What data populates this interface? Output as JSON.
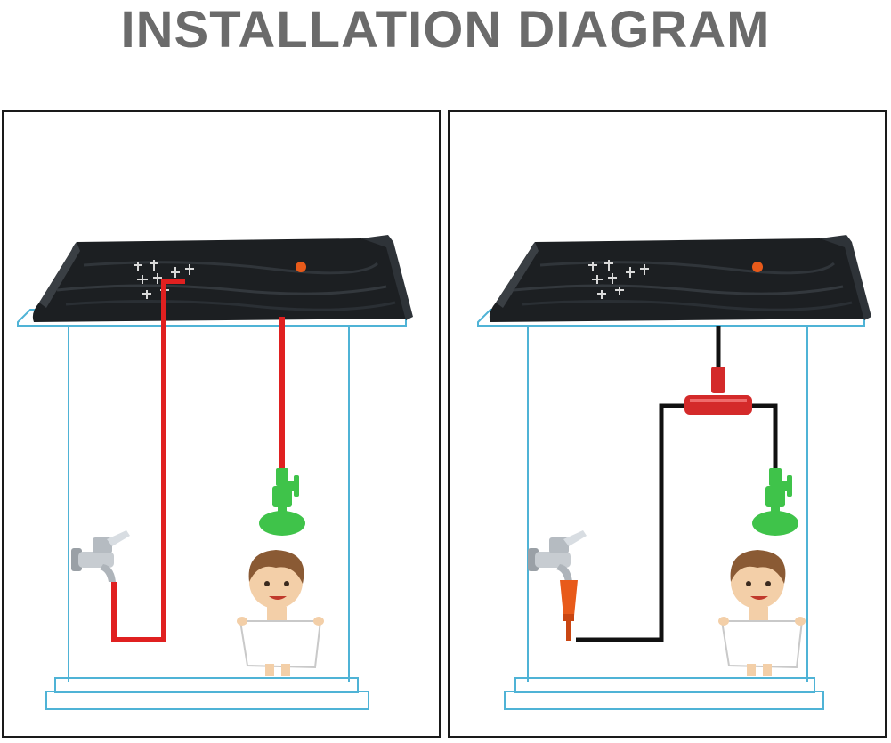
{
  "title": "INSTALLATION DIAGRAM",
  "panels": [
    {
      "id": "direct-connection",
      "pipe_color": "#e02020"
    },
    {
      "id": "tee-connection",
      "pipe_color": "#111111"
    }
  ],
  "colors": {
    "title": "#6b6b6b",
    "frame": "#4fb3d6",
    "water_bag": "#1c1f22",
    "shower_head": "#3fc34a",
    "tee_connector": "#d42a2a",
    "hose_adapter": "#e85a1a",
    "red_pipe": "#e02020",
    "black_pipe": "#111111"
  },
  "icons": [
    "solar-water-bag-icon",
    "faucet-icon",
    "shower-head-icon",
    "tee-connector-icon",
    "hose-adapter-icon",
    "child-icon"
  ]
}
